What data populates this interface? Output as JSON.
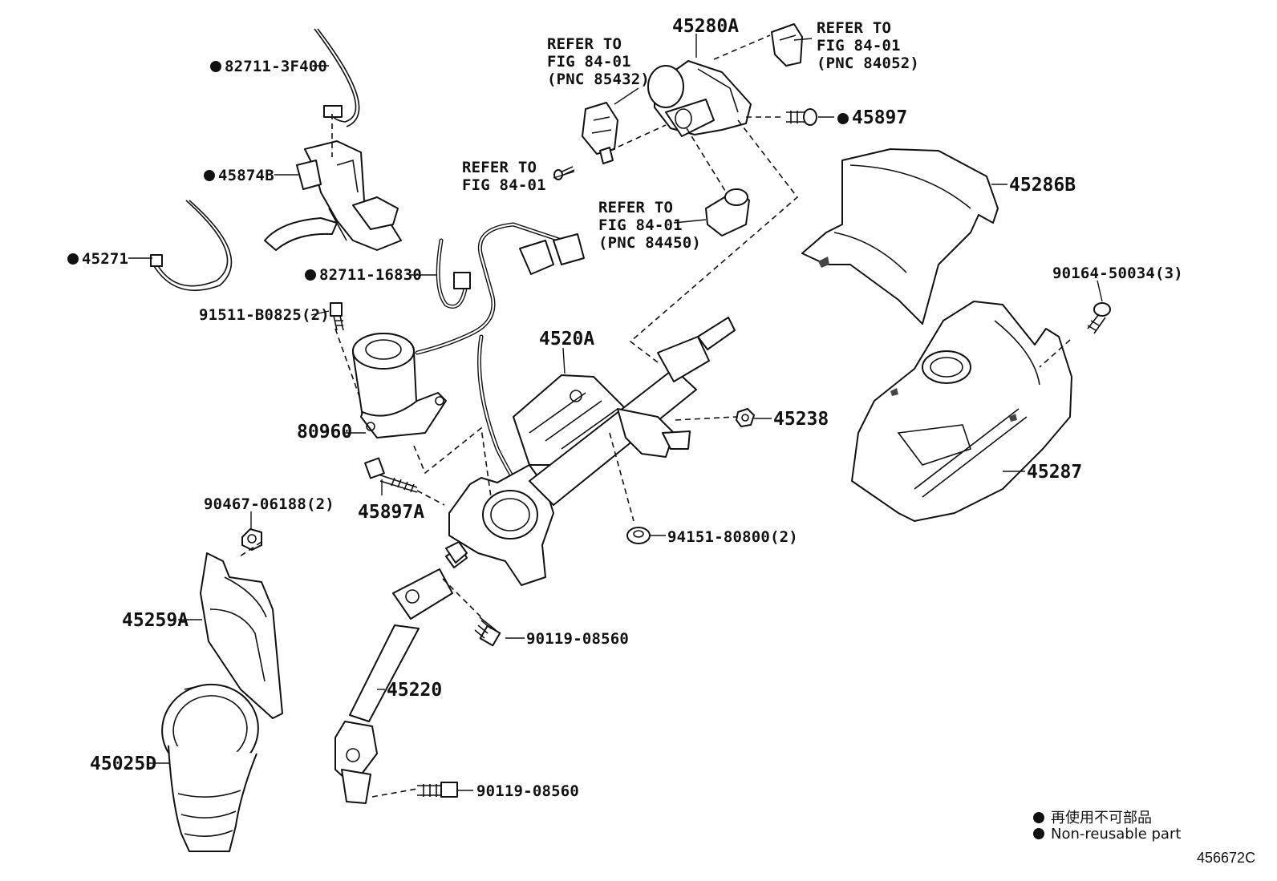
{
  "parts": {
    "p82711_3f400": "82711-3F400",
    "p45874b": "45874B",
    "p45271": "45271",
    "p82711_16830": "82711-16830",
    "p91511": "91511-B0825(2)",
    "p80960": "80960",
    "p45897a": "45897A",
    "p90467": "90467-06188(2)",
    "p45259a": "45259A",
    "p45025d": "45025D",
    "p45220": "45220",
    "p90119_a": "90119-08560",
    "p90119_b": "90119-08560",
    "p94151": "94151-80800(2)",
    "p4520a": "4520A",
    "p45238": "45238",
    "p45280a": "45280A",
    "p45897": "45897",
    "p45286b": "45286B",
    "p90164": "90164-50034(3)",
    "p45287": "45287"
  },
  "refs": {
    "r1": [
      "REFER TO",
      "FIG 84-01",
      "(PNC 85432)"
    ],
    "r2": [
      "REFER TO",
      "FIG 84-01",
      "(PNC 84052)"
    ],
    "r3": [
      "REFER TO",
      "FIG 84-01"
    ],
    "r4": [
      "REFER TO",
      "FIG 84-01",
      "(PNC 84450)"
    ]
  },
  "legend": {
    "jp": "再使用不可部品",
    "en": "Non-reusable part"
  },
  "figure_number": "456672C"
}
